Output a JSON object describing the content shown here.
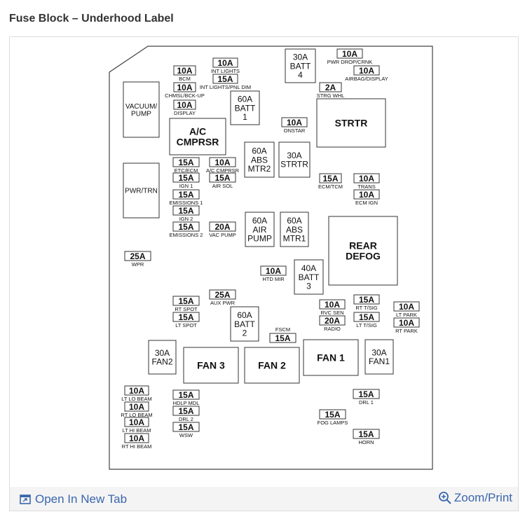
{
  "page": {
    "title": "Fuse Block – Underhood Label"
  },
  "footer": {
    "open_label": "Open In New Tab",
    "zoom_label": "Zoom/Print"
  },
  "fuses": [
    {
      "rating": "10A",
      "label": "BCM"
    },
    {
      "rating": "10A",
      "label": "INT LIGHTS"
    },
    {
      "rating": "15A",
      "label": "INT LIGHTS/PNL DIM"
    },
    {
      "rating": "10A",
      "label": "CHMSL/BCK-UP"
    },
    {
      "rating": "10A",
      "label": "DISPLAY"
    },
    {
      "rating": "10A",
      "label": "PWR DROP/CRNK"
    },
    {
      "rating": "10A",
      "label": "AIRBAG/DISPLAY"
    },
    {
      "rating": "2A",
      "label": "STRG WHL"
    },
    {
      "rating": "10A",
      "label": "ONSTAR"
    },
    {
      "rating": "15A",
      "label": "ETC/ECM"
    },
    {
      "rating": "10A",
      "label": "A/C CMPRSR"
    },
    {
      "rating": "15A",
      "label": "IGN 1"
    },
    {
      "rating": "15A",
      "label": "AIR SOL"
    },
    {
      "rating": "15A",
      "label": "EMISSIONS 1"
    },
    {
      "rating": "15A",
      "label": "IGN 2"
    },
    {
      "rating": "15A",
      "label": "EMISSIONS 2"
    },
    {
      "rating": "20A",
      "label": "VAC PUMP"
    },
    {
      "rating": "15A",
      "label": "ECM/TCM"
    },
    {
      "rating": "10A",
      "label": "TRANS"
    },
    {
      "rating": "10A",
      "label": "ECM IGN"
    },
    {
      "rating": "25A",
      "label": "WPR"
    },
    {
      "rating": "10A",
      "label": "HTD MIR"
    },
    {
      "rating": "25A",
      "label": "AUX PWR"
    },
    {
      "rating": "15A",
      "label": "RT SPOT"
    },
    {
      "rating": "15A",
      "label": "LT SPOT"
    },
    {
      "rating": "10A",
      "label": "RVC SEN"
    },
    {
      "rating": "20A",
      "label": "RADIO"
    },
    {
      "rating": "15A",
      "label": "RT T/SIG"
    },
    {
      "rating": "15A",
      "label": "LT T/SIG"
    },
    {
      "rating": "10A",
      "label": "LT PARK"
    },
    {
      "rating": "10A",
      "label": "RT PARK"
    },
    {
      "rating": "15A",
      "label": "FSCM"
    },
    {
      "rating": "10A",
      "label": "LT LO BEAM"
    },
    {
      "rating": "10A",
      "label": "RT LO BEAM"
    },
    {
      "rating": "10A",
      "label": "LT HI BEAM"
    },
    {
      "rating": "10A",
      "label": "RT HI BEAM"
    },
    {
      "rating": "15A",
      "label": "HDLP MDL"
    },
    {
      "rating": "15A",
      "label": "DRL 2"
    },
    {
      "rating": "15A",
      "label": "WSW"
    },
    {
      "rating": "15A",
      "label": "DRL 1"
    },
    {
      "rating": "15A",
      "label": "FOG LAMPS"
    },
    {
      "rating": "15A",
      "label": "HORN"
    }
  ],
  "boxes": [
    {
      "lines": [
        "30A",
        "BATT",
        "4"
      ]
    },
    {
      "lines": [
        "60A",
        "BATT",
        "1"
      ]
    },
    {
      "lines": [
        "VACUUM/",
        "PUMP"
      ]
    },
    {
      "lines": [
        "A/C",
        "CMPRSR"
      ]
    },
    {
      "lines": [
        "STRTR"
      ]
    },
    {
      "lines": [
        "60A",
        "ABS",
        "MTR2"
      ]
    },
    {
      "lines": [
        "30A",
        "STRTR"
      ]
    },
    {
      "lines": [
        "PWR/TRN"
      ]
    },
    {
      "lines": [
        "60A",
        "AIR",
        "PUMP"
      ]
    },
    {
      "lines": [
        "60A",
        "ABS",
        "MTR1"
      ]
    },
    {
      "lines": [
        "REAR",
        "DEFOG"
      ]
    },
    {
      "lines": [
        "40A",
        "BATT",
        "3"
      ]
    },
    {
      "lines": [
        "60A",
        "BATT",
        "2"
      ]
    },
    {
      "lines": [
        "30A",
        "FAN2"
      ]
    },
    {
      "lines": [
        "FAN 3"
      ]
    },
    {
      "lines": [
        "FAN 2"
      ]
    },
    {
      "lines": [
        "FAN 1"
      ]
    },
    {
      "lines": [
        "30A",
        "FAN1"
      ]
    }
  ]
}
